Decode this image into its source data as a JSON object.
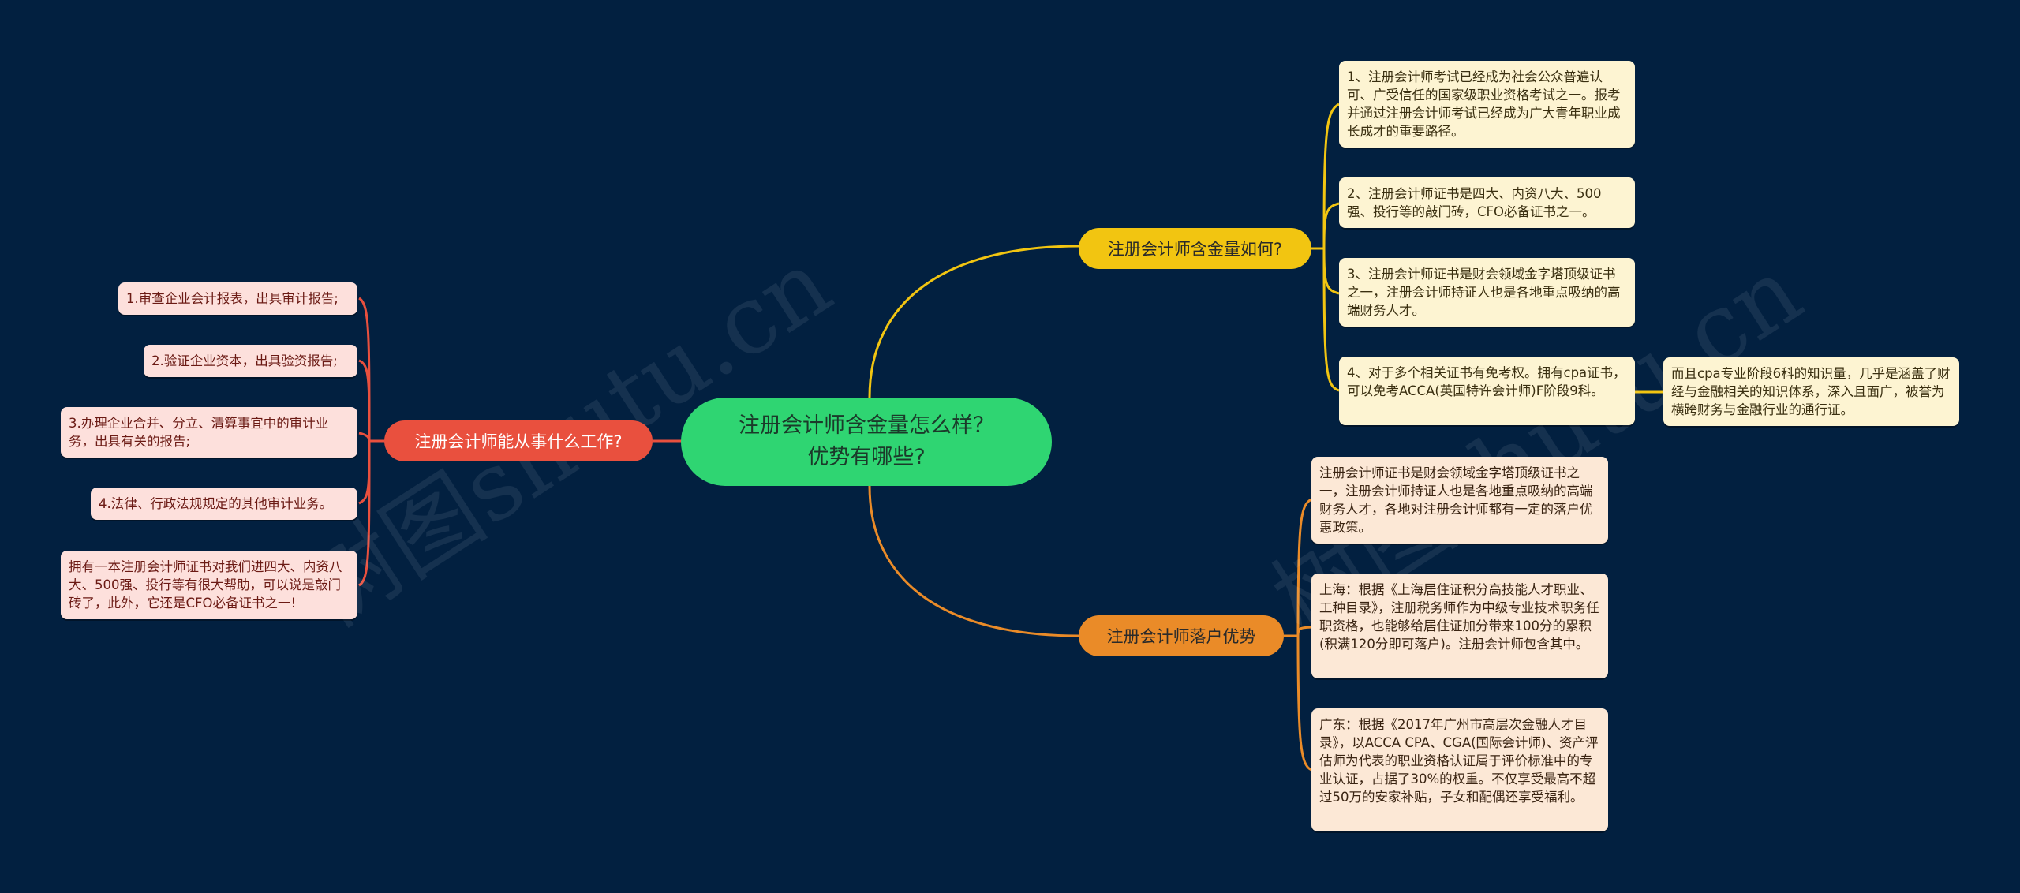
{
  "root": {
    "label": "注册会计师含金量怎么样？优势有哪些?",
    "color": "#2fd572"
  },
  "branches": [
    {
      "label": "注册会计师能从事什么工作?",
      "color": "#e9503e",
      "side": "left",
      "children": [
        {
          "text": "1.审查企业会计报表，出具审计报告;"
        },
        {
          "text": "2.验证企业资本，出具验资报告;"
        },
        {
          "text": "3.办理企业合并、分立、清算事宜中的审计业务，出具有关的报告;"
        },
        {
          "text": "4.法律、行政法规规定的其他审计业务。"
        },
        {
          "text": "拥有一本注册会计师证书对我们进四大、内资八大、500强、投行等有很大帮助，可以说是敲门砖了，此外，它还是CFO必备证书之一!"
        }
      ]
    },
    {
      "label": "注册会计师含金量如何?",
      "color": "#f2c511",
      "side": "right",
      "children": [
        {
          "text": "1、注册会计师考试已经成为社会公众普遍认可、广受信任的国家级职业资格考试之一。报考并通过注册会计师考试已经成为广大青年职业成长成才的重要路径。"
        },
        {
          "text": "2、注册会计师证书是四大、内资八大、500强、投行等的敲门砖，CFO必备证书之一。"
        },
        {
          "text": "3、注册会计师证书是财会领域金字塔顶级证书之一，注册会计师持证人也是各地重点吸纳的高端财务人才。"
        },
        {
          "text": "4、对于多个相关证书有免考权。拥有cpa证书，可以免考ACCA(英国特许会计师)F阶段9科。",
          "children": [
            {
              "text": "而且cpa专业阶段6科的知识量，几乎是涵盖了财经与金融相关的知识体系，深入且面广，被誉为横跨财务与金融行业的通行证。"
            }
          ]
        }
      ]
    },
    {
      "label": "注册会计师落户优势",
      "color": "#ea8b28",
      "side": "right",
      "children": [
        {
          "text": "注册会计师证书是财会领域金字塔顶级证书之一，注册会计师持证人也是各地重点吸纳的高端财务人才，各地对注册会计师都有一定的落户优惠政策。"
        },
        {
          "text": "上海：根据《上海居住证积分高技能人才职业、工种目录》，注册税务师作为中级专业技术职务任职资格，也能够给居住证加分带来100分的累积(积满120分即可落户)。注册会计师包含其中。"
        },
        {
          "text": "广东：根据《2017年广州市高层次金融人才目录》，以ACCA CPA、CGA(国际会计师)、资产评估师为代表的职业资格认证属于评价标准中的专业认证，占据了30%的权重。不仅享受最高不超过50万的安家补贴，子女和配偶还享受福利。"
        }
      ]
    }
  ],
  "watermarks": [
    "树图shutu.cn",
    "树图shutu.cn"
  ],
  "colors": {
    "background": "#022040",
    "leaf_red_bg": "#fde0dc",
    "leaf_yellow_bg": "#fdf4d2",
    "leaf_orange_bg": "#fce8d6"
  }
}
